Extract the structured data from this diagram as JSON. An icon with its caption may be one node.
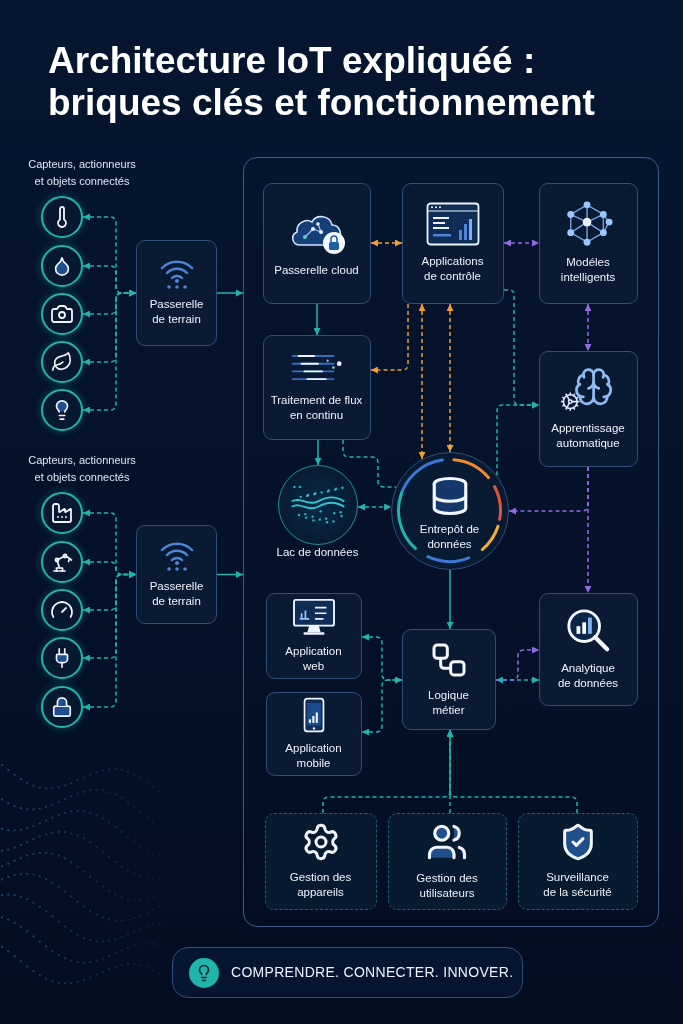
{
  "diagram": {
    "title": "Architecture IoT expliquéé : briques clés et fonctionnement",
    "nodes": [
      {
        "text": [],
        "shape": "circle"
      },
      {
        "text": [],
        "shape": "circle"
      },
      {
        "text": [],
        "shape": "circle"
      },
      {
        "text": [],
        "shape": "circle"
      },
      {
        "text": [],
        "shape": "circle"
      },
      {
        "text": [
          "Passerelle de terrain"
        ]
      },
      {
        "text": [],
        "shape": "circle"
      },
      {
        "text": [],
        "shape": "circle"
      },
      {
        "text": [],
        "shape": "circle"
      },
      {
        "text": [],
        "shape": "circle"
      },
      {
        "text": [],
        "shape": "circle"
      },
      {
        "text": [
          "Passerelle de terrain"
        ]
      },
      {
        "text": [],
        "shape": "box"
      },
      {
        "text": [
          "Passerelle cloud"
        ],
        "in": 12
      },
      {
        "text": [
          "Applications de contrôle"
        ],
        "in": 12
      },
      {
        "text": [
          "Modéles intelligents"
        ],
        "in": 12
      },
      {
        "text": [
          "Traitement de flux en continu"
        ],
        "in": 12
      },
      {
        "text": [
          "Apprentissage automatique"
        ],
        "in": 12
      },
      {
        "text": [
          "Lac de données"
        ],
        "in": 12
      },
      {
        "text": [
          "Entrepôt de données"
        ],
        "in": 12
      },
      {
        "text": [
          "Application web"
        ],
        "in": 12
      },
      {
        "text": [
          "Logique métier"
        ],
        "in": 12
      },
      {
        "text": [
          "Analytique de données"
        ],
        "in": 12
      },
      {
        "text": [
          "Application mobile"
        ],
        "in": 12
      },
      {
        "text": [
          "Gestion des appareils"
        ],
        "in": 12
      },
      {
        "text": [
          "Gestion des utilisateurs"
        ],
        "in": 12
      },
      {
        "text": [
          "Surveillance de la sécurité"
        ],
        "in": 12
      },
      {
        "text": [
          "COMPRENDRE. CONNECTER. INNOVER."
        ]
      }
    ],
    "edges": [
      {
        "from": 0,
        "to": 5,
        "arrow": "both",
        "style": "dashed"
      },
      {
        "from": 1,
        "to": 5,
        "arrow": "both",
        "style": "dashed"
      },
      {
        "from": 2,
        "to": 5,
        "arrow": "both",
        "style": "dashed"
      },
      {
        "from": 3,
        "to": 5,
        "arrow": "both",
        "style": "dashed"
      },
      {
        "from": 4,
        "to": 5,
        "arrow": "both",
        "style": "dashed"
      },
      {
        "from": 6,
        "to": 11,
        "arrow": "both",
        "style": "dashed"
      },
      {
        "from": 7,
        "to": 11,
        "arrow": "both",
        "style": "dashed"
      },
      {
        "from": 8,
        "to": 11,
        "arrow": "both",
        "style": "dashed"
      },
      {
        "from": 9,
        "to": 11,
        "arrow": "both",
        "style": "dashed"
      },
      {
        "from": 10,
        "to": 11,
        "arrow": "both",
        "style": "dashed"
      },
      {
        "from": 5,
        "to": 12,
        "arrow": "to"
      },
      {
        "from": 11,
        "to": 12,
        "arrow": "to"
      },
      {
        "from": 13,
        "to": 14,
        "arrow": "both",
        "style": "dashed",
        "color": "#f0a030"
      },
      {
        "from": 14,
        "to": 15,
        "arrow": "both",
        "style": "dashed",
        "color": "#8f6be8"
      },
      {
        "from": 13,
        "to": 16,
        "arrow": "to"
      },
      {
        "from": 14,
        "to": 16,
        "arrow": "to",
        "style": "dashed",
        "color": "#f0a030"
      },
      {
        "from": 14,
        "to": 19,
        "arrow": "both",
        "style": "dashed",
        "color": "#f0a030"
      },
      {
        "from": 14,
        "to": 19,
        "arrow": "both",
        "style": "dashed",
        "color": "#f0a030"
      },
      {
        "from": 14,
        "to": 17,
        "arrow": "to",
        "style": "dashed"
      },
      {
        "from": 19,
        "to": 17,
        "arrow": "to",
        "style": "dashed"
      },
      {
        "from": 15,
        "to": 17,
        "arrow": "both",
        "style": "dashed",
        "color": "#8f6be8"
      },
      {
        "from": 17,
        "to": 19,
        "arrow": "to",
        "style": "dashed",
        "color": "#8f6be8"
      },
      {
        "from": 17,
        "to": 22,
        "arrow": "to",
        "style": "dashed",
        "color": "#8f6be8"
      },
      {
        "from": 16,
        "to": 18,
        "arrow": "to"
      },
      {
        "from": 16,
        "to": 19,
        "arrow": "none",
        "style": "dashed"
      },
      {
        "from": 18,
        "to": 19,
        "arrow": "both",
        "style": "dashed"
      },
      {
        "from": 19,
        "to": 21,
        "arrow": "to"
      },
      {
        "from": 20,
        "to": 21,
        "arrow": "both",
        "style": "dashed"
      },
      {
        "from": 23,
        "to": 21,
        "arrow": "both",
        "style": "dashed"
      },
      {
        "from": 21,
        "to": 22,
        "arrow": "both",
        "style": "dashed"
      },
      {
        "from": 21,
        "to": 22,
        "arrow": "to",
        "style": "dashed",
        "color": "#8f6be8"
      },
      {
        "from": 24,
        "to": 21,
        "arrow": "to",
        "style": "dashed"
      },
      {
        "from": 25,
        "to": 21,
        "arrow": "to",
        "style": "dashed"
      },
      {
        "from": 26,
        "to": 21,
        "arrow": "to",
        "style": "dashed"
      }
    ],
    "labels": [
      "Capteurs, actionneurs et objets connectés",
      "Capteurs, actionneurs et objets connectés"
    ]
  }
}
